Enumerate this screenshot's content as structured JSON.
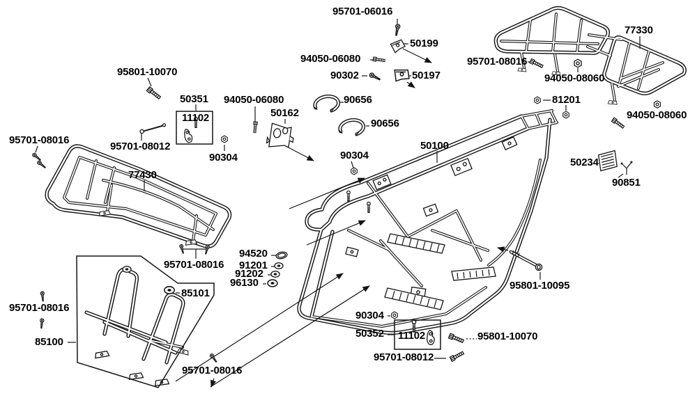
{
  "diagram": {
    "background": "#ffffff",
    "line_color": "#141414",
    "labels": [
      "95701-06016",
      "50199",
      "94050-06080",
      "90302",
      "50197",
      "95701-08016",
      "77330",
      "94050-08060",
      "81201",
      "94050-08060",
      "95801-10070",
      "50351",
      "11102",
      "94050-06080",
      "50162",
      "90656",
      "90656",
      "95701-08016",
      "95701-08012",
      "90304",
      "77430",
      "50100",
      "90304",
      "50234",
      "90851",
      "94520",
      "91201",
      "91202",
      "96130",
      "95701-08016",
      "85101",
      "95701-08016",
      "85100",
      "95701-08016",
      "90304",
      "50352",
      "11102",
      "95801-10070",
      "95701-08012",
      "95801-10095"
    ],
    "parts": [
      {
        "number": "95701-06016",
        "icon": "bolt"
      },
      {
        "number": "50199",
        "icon": "bracket"
      },
      {
        "number": "94050-06080",
        "icon": "bolt"
      },
      {
        "number": "90302",
        "icon": "screw"
      },
      {
        "number": "50197",
        "icon": "bracket"
      },
      {
        "number": "95701-08016",
        "icon": "bolt"
      },
      {
        "number": "77330",
        "icon": "rear-carrier"
      },
      {
        "number": "94050-08060",
        "icon": "nut"
      },
      {
        "number": "81201",
        "icon": "nut"
      },
      {
        "number": "95801-10070",
        "icon": "bolt"
      },
      {
        "number": "50351",
        "icon": "engine-hanger-bracket"
      },
      {
        "number": "11102",
        "icon": "hanger-plate-with-stud"
      },
      {
        "number": "50162",
        "icon": "bracket-plate"
      },
      {
        "number": "90656",
        "icon": "band-clamp"
      },
      {
        "number": "95701-08012",
        "icon": "bolt"
      },
      {
        "number": "90304",
        "icon": "nut"
      },
      {
        "number": "77430",
        "icon": "front-carrier"
      },
      {
        "number": "50100",
        "icon": "frame-body"
      },
      {
        "number": "50234",
        "icon": "hatched-plate"
      },
      {
        "number": "90851",
        "icon": "clip"
      },
      {
        "number": "94520",
        "icon": "o-ring"
      },
      {
        "number": "91201",
        "icon": "grommet"
      },
      {
        "number": "91202",
        "icon": "grommet"
      },
      {
        "number": "96130",
        "icon": "grommet"
      },
      {
        "number": "85101",
        "icon": "rubber-grommet"
      },
      {
        "number": "85100",
        "icon": "sub-frame"
      },
      {
        "number": "50352",
        "icon": "engine-hanger-bracket"
      },
      {
        "number": "95801-10095",
        "icon": "long-bolt"
      }
    ]
  }
}
